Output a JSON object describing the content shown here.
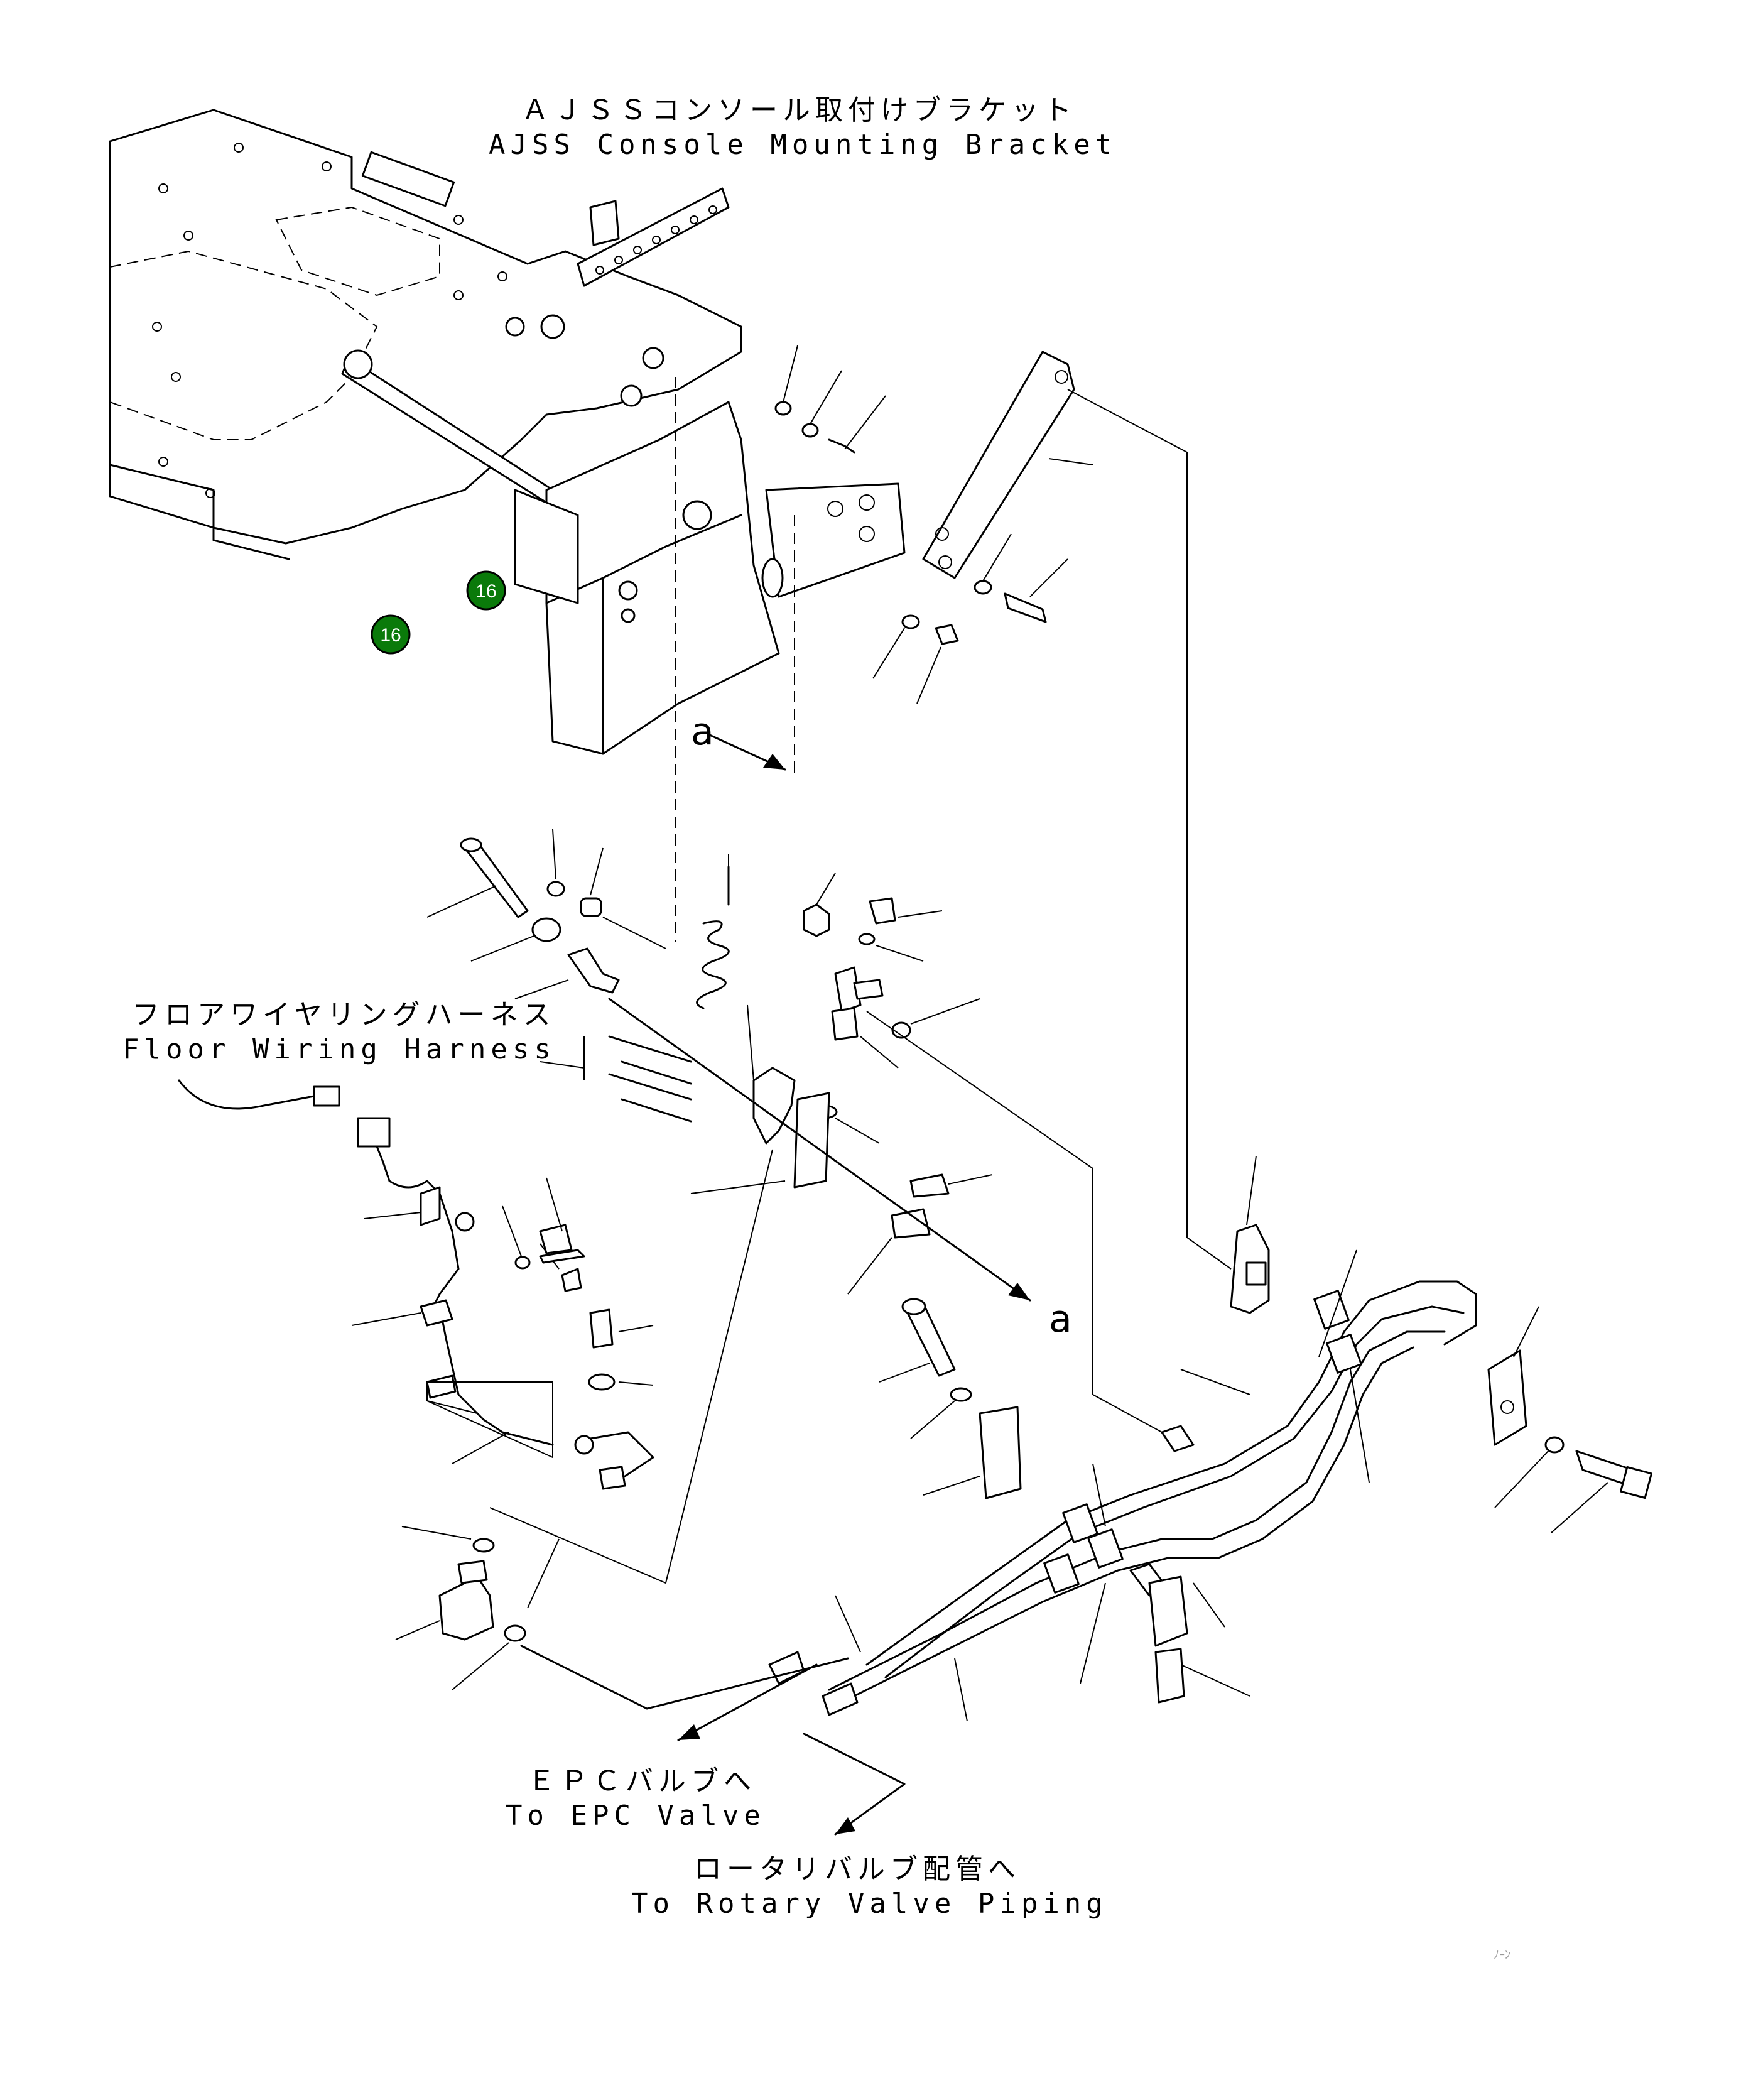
{
  "labels": {
    "ajss_jp": "ＡＪＳＳコンソール取付けブラケット",
    "ajss_en": "AJSS Console Mounting Bracket",
    "floor_jp": "フロアワイヤリングハーネス",
    "floor_en": "Floor Wiring Harness",
    "epc_jp": "ＥＰＣバルブへ",
    "epc_en": "To EPC Valve",
    "rotary_jp": "ロータリバルブ配管へ",
    "rotary_en": "To Rotary Valve Piping",
    "section_a_top": "a",
    "section_a_bottom": "a"
  },
  "callouts": [
    {
      "text": "16",
      "color": "#0a7a0a"
    },
    {
      "text": "16",
      "color": "#0a7a0a"
    }
  ],
  "footer": {
    "mark": "ﾉｰﾝ"
  }
}
